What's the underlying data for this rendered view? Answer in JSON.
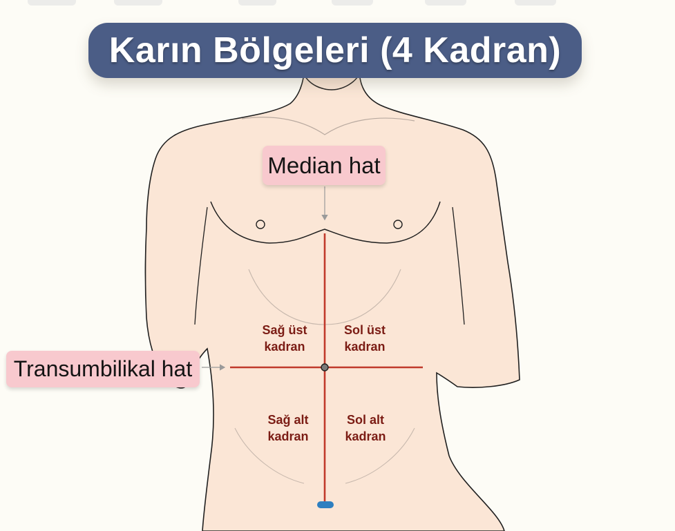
{
  "title": "Karın Bölgeleri (4 Kadran)",
  "labels": {
    "median_line": "Median hat",
    "transumbilical_line": "Transumbilikal hat"
  },
  "quadrants": {
    "right_upper": {
      "line1": "Sağ üst",
      "line2": "kadran"
    },
    "left_upper": {
      "line1": "Sol üst",
      "line2": "kadran"
    },
    "right_lower": {
      "line1": "Sağ alt",
      "line2": "kadran"
    },
    "left_lower": {
      "line1": "Sol alt",
      "line2": "kadran"
    }
  },
  "colors": {
    "skin": "#fbe6d6",
    "outline": "#1f1f1f",
    "divider_line": "#c0392b",
    "banner": "#4b5d86",
    "callout": "#f8c9ce",
    "quadrant_text": "#7b1c14",
    "navel_marker": "#2e7fc0"
  }
}
